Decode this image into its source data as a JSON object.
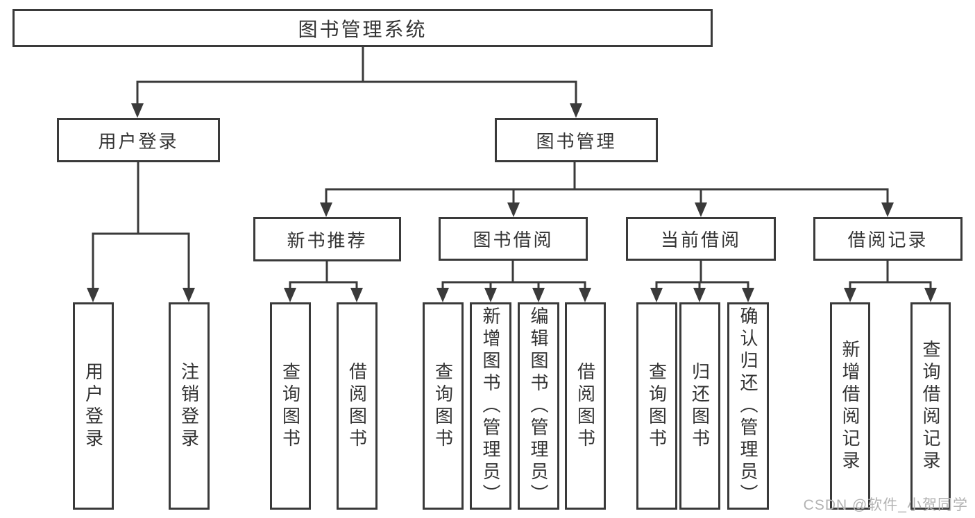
{
  "tree": {
    "root": {
      "label": "图书管理系统",
      "children": [
        {
          "label": "用户登录",
          "children": [
            {
              "label": "用户登录"
            },
            {
              "label": "注销登录"
            }
          ]
        },
        {
          "label": "图书管理",
          "children": [
            {
              "label": "新书推荐",
              "children": [
                {
                  "label": "查询图书"
                },
                {
                  "label": "借阅图书"
                }
              ]
            },
            {
              "label": "图书借阅",
              "children": [
                {
                  "label": "查询图书"
                },
                {
                  "label": "新增图书（管理员）"
                },
                {
                  "label": "编辑图书（管理员）"
                },
                {
                  "label": "借阅图书"
                }
              ]
            },
            {
              "label": "当前借阅",
              "children": [
                {
                  "label": "查询图书"
                },
                {
                  "label": "归还图书"
                },
                {
                  "label": "确认归还（管理员）"
                }
              ]
            },
            {
              "label": "借阅记录",
              "children": [
                {
                  "label": "新增借阅记录"
                },
                {
                  "label": "查询借阅记录"
                }
              ]
            }
          ]
        }
      ]
    }
  },
  "watermark": {
    "text": "CSDN @软件_小贺同学"
  },
  "colors": {
    "line": "#3a3a3a",
    "box_border": "#3a3a3a",
    "box_fill": "#ffffff",
    "text": "#333333",
    "watermark": "#b3b3b3"
  }
}
